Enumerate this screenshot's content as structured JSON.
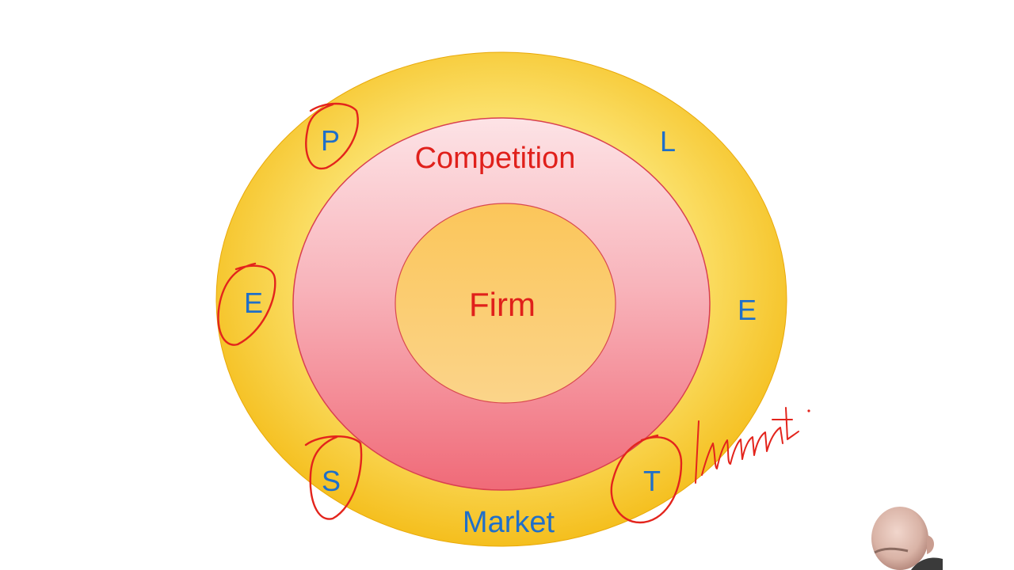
{
  "diagram": {
    "core_label": "Firm",
    "middle_label": "Competition",
    "outer_label": "Market",
    "pestle": {
      "political": "P",
      "economic": "E",
      "social": "S",
      "technological": "T",
      "legal": "L",
      "environmental": "E"
    },
    "circled_letters": [
      "political",
      "economic",
      "social",
      "technological"
    ],
    "colors": {
      "outer_fill": "#f7c51e",
      "middle_fill": "#f58a95",
      "core_fill": "#f8c96a",
      "ring_text": "#e0201b",
      "pestle_text": "#1f6fc9",
      "annotation_ink": "#e3241c"
    }
  },
  "presenter": {
    "icon": "presenter-webcam-thumbnail"
  }
}
